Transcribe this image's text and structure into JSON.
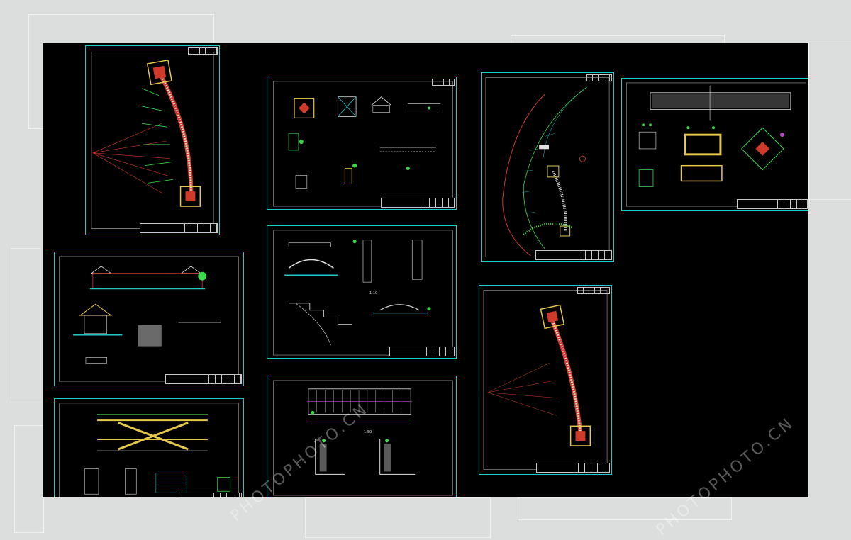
{
  "colors": {
    "background": "#dcdedd",
    "canvas": "#000000",
    "frame": "#1fc9c6",
    "yellow": "#e6c84a",
    "red": "#d03a2a",
    "green": "#3adb4a",
    "white": "#e0e0e0"
  },
  "sheets": [
    {
      "id": "curved-corridor-plan-a",
      "title_block": "",
      "caption": ""
    },
    {
      "id": "pavilion-details",
      "title_block": "",
      "caption": ""
    },
    {
      "id": "waterfront-site-plan",
      "title_block": "",
      "caption": ""
    },
    {
      "id": "paving-details",
      "title_block": "",
      "caption": ""
    },
    {
      "id": "pavilion-elevations",
      "title_block": "",
      "caption": ""
    },
    {
      "id": "bridge-sections",
      "title_block": "",
      "caption": "1:10"
    },
    {
      "id": "curved-corridor-plan-b",
      "title_block": "",
      "caption": ""
    },
    {
      "id": "corridor-frame-elevation",
      "title_block": "",
      "caption": ""
    },
    {
      "id": "corridor-plan-detail",
      "title_block": "",
      "caption": "1:50"
    }
  ],
  "watermark": {
    "text": "PHOTOPHOTO.CN",
    "text2": "PHOTOPHOTO.CN"
  }
}
